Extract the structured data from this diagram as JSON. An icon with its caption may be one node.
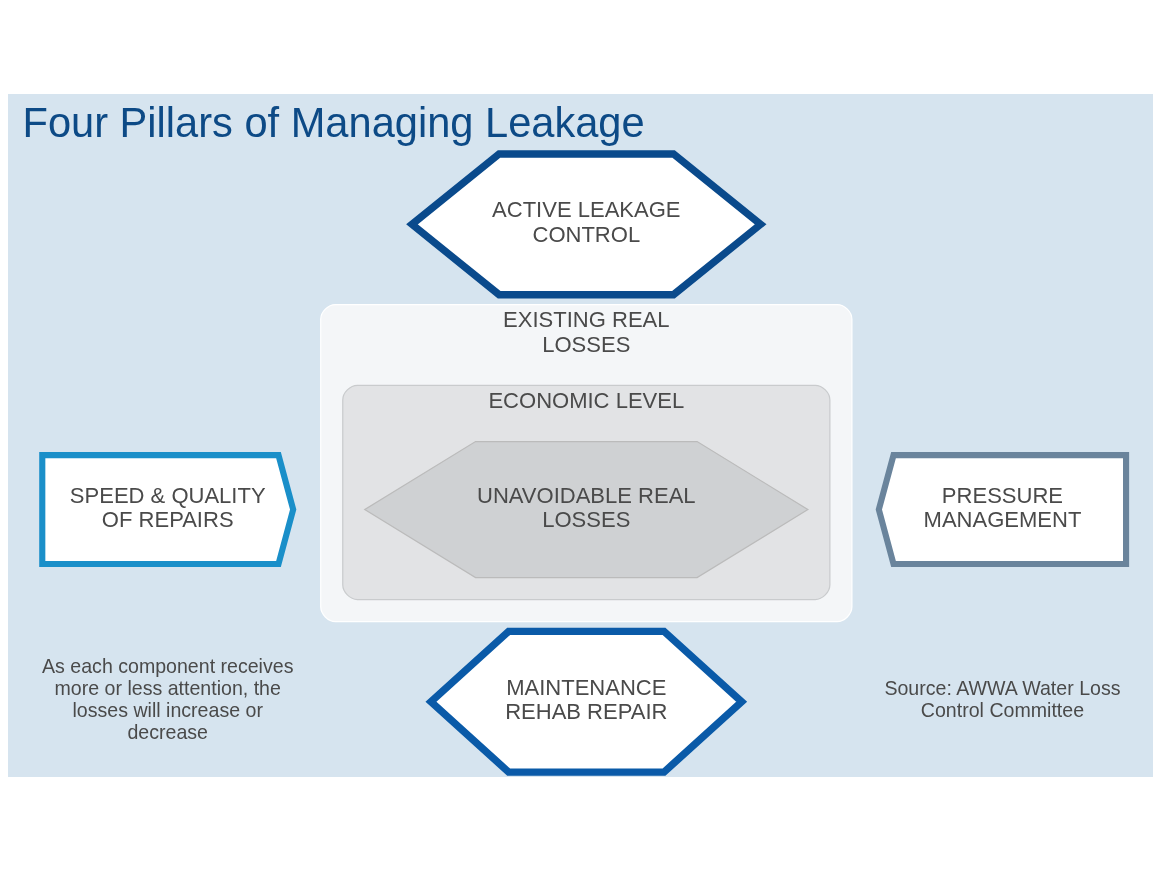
{
  "diagram": {
    "title": "Four Pillars of Managing Leakage",
    "nodes": [
      {
        "text": [
          "ACTIVE LEAKAGE CONTROL"
        ]
      },
      {
        "text": [
          "SPEED & QUALITY OF REPAIRS"
        ]
      },
      {
        "text": [
          "EXISTING REAL LOSSES"
        ]
      },
      {
        "text": [
          "ECONOMIC LEVEL"
        ],
        "in": 2
      },
      {
        "text": [
          "UNAVOIDABLE REAL LOSSES"
        ],
        "in": 3
      },
      {
        "text": [
          "PRESSURE MANAGEMENT"
        ]
      },
      {
        "text": [
          "MAINTENANCE REHAB REPAIR"
        ]
      }
    ],
    "edges": [],
    "labels": [
      "As each component receives more or less attention, the losses will increase or decrease",
      "Source: AWWA Water Loss Control Committee"
    ]
  }
}
